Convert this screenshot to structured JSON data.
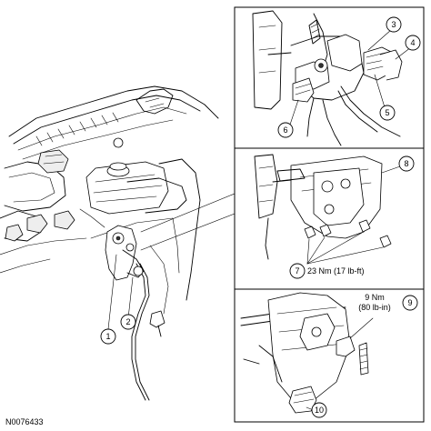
{
  "figure_id": "N0076433",
  "callouts": {
    "c1": "1",
    "c2": "2",
    "c3": "3",
    "c4": "4",
    "c5": "5",
    "c6": "6",
    "c7": "7",
    "c8": "8",
    "c9": "9",
    "c10": "10"
  },
  "labels": {
    "torque_7": "23 Nm (17 lb-ft)",
    "torque_9_line1": "9 Nm",
    "torque_9_line2": "(80 lb-in)"
  }
}
